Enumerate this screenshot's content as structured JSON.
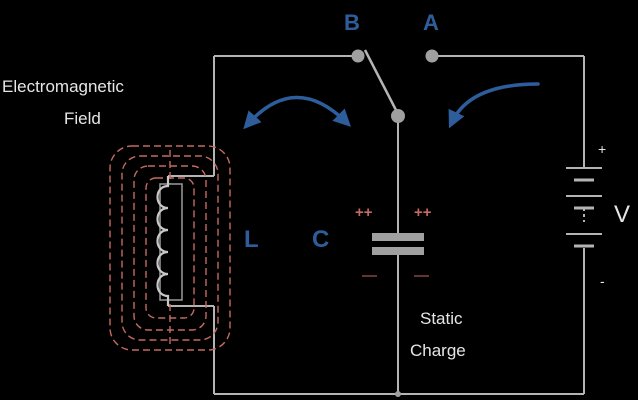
{
  "labels": {
    "switch_b": "B",
    "switch_a": "A",
    "field_line1": "Electromagnetic",
    "field_line2": "Field",
    "inductor": "L",
    "capacitor": "C",
    "plus_left": "++",
    "plus_right": "++",
    "minus_left": "—",
    "minus_right": "—",
    "static_line1": "Static",
    "static_line2": "Charge",
    "battery_plus": "+",
    "battery_minus": "-",
    "voltage": "V"
  },
  "colors": {
    "background": "#000000",
    "wire": "#b4b4b4",
    "node": "#a0a0a0",
    "accent": "#2e5d9c",
    "field_lines": "#c46a62",
    "text": "#e6e6e6"
  },
  "icons": {
    "arrows": "curved-arrow"
  }
}
